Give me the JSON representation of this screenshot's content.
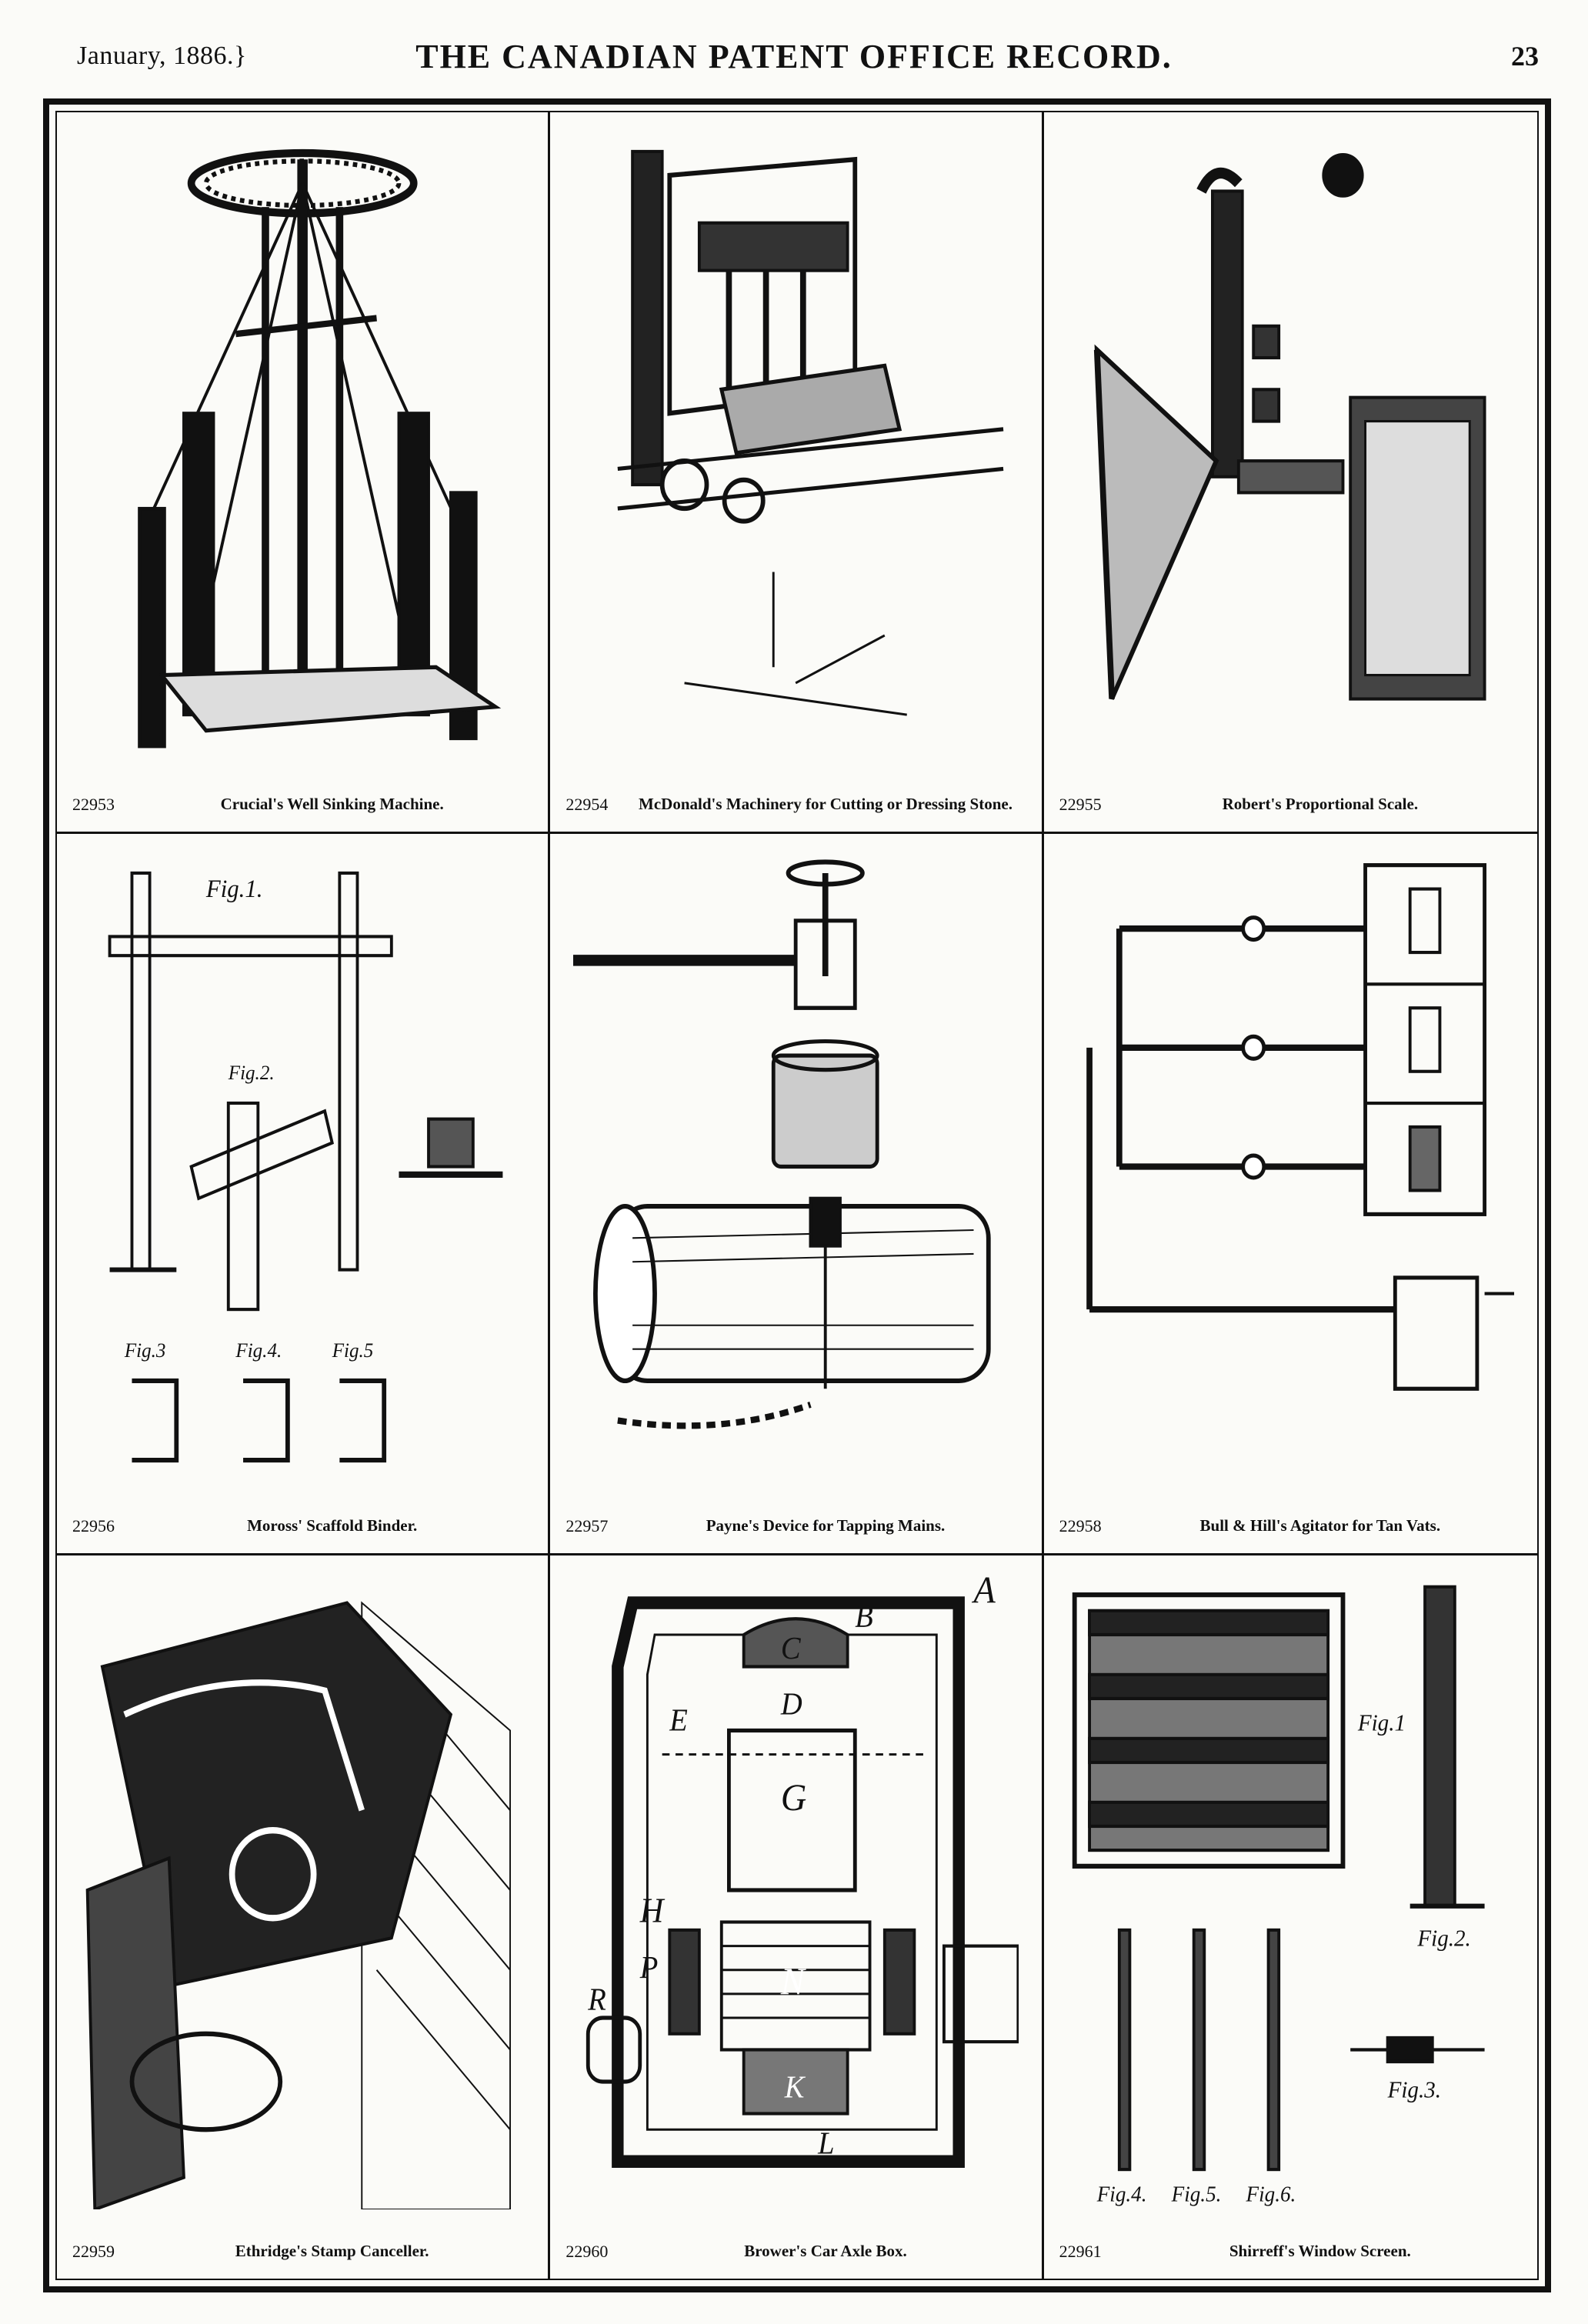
{
  "header": {
    "date": "January, 1886.}",
    "title": "THE CANADIAN PATENT OFFICE RECORD.",
    "page": "23"
  },
  "patents": [
    {
      "number": "22953",
      "title": "Crucial's Well Sinking Machine."
    },
    {
      "number": "22954",
      "title": "McDonald's Machinery for Cutting or Dressing Stone."
    },
    {
      "number": "22955",
      "title": "Robert's Proportional Scale."
    },
    {
      "number": "22956",
      "title": "Moross' Scaffold Binder."
    },
    {
      "number": "22957",
      "title": "Payne's Device for Tapping Mains."
    },
    {
      "number": "22958",
      "title": "Bull & Hill's Agitator for Tan Vats."
    },
    {
      "number": "22959",
      "title": "Ethridge's Stamp Canceller."
    },
    {
      "number": "22960",
      "title": "Brower's Car Axle Box."
    },
    {
      "number": "22961",
      "title": "Shirreff's Window Screen."
    }
  ],
  "figure_labels": {
    "scaffold": [
      "Fig.1.",
      "Fig.2.",
      "Fig.3",
      "Fig.4.",
      "Fig.5"
    ],
    "axle_box": [
      "A",
      "B",
      "C",
      "D",
      "E",
      "G",
      "H",
      "P",
      "N",
      "K",
      "L",
      "R"
    ],
    "screen": [
      "Fig.1",
      "Fig.2.",
      "Fig.3.",
      "Fig.4.",
      "Fig.5.",
      "Fig.6."
    ]
  }
}
